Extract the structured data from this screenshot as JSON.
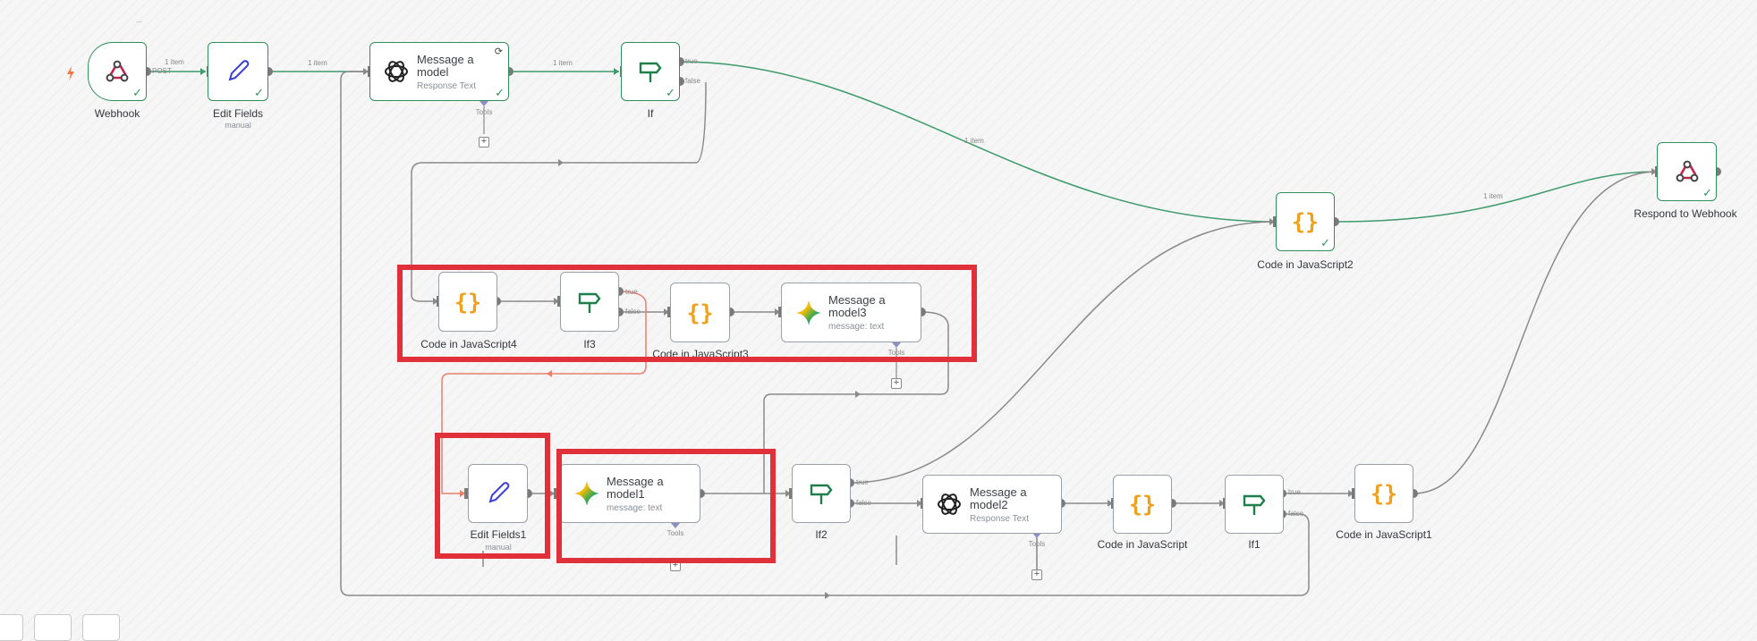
{
  "canvas": {
    "top_ellipsis": "..."
  },
  "nodes": {
    "webhook": {
      "label": "Webhook"
    },
    "edit_fields": {
      "label": "Edit Fields",
      "sublabel": "manual"
    },
    "message_model": {
      "title": "Message a\nmodel",
      "subtitle": "Response Text",
      "tools_label": "Tools"
    },
    "if": {
      "label": "If",
      "true_label": "true",
      "false_label": "false"
    },
    "code_js2": {
      "label": "Code in JavaScript2"
    },
    "respond_webhook": {
      "label": "Respond to Webhook"
    },
    "code_js4": {
      "label": "Code in JavaScript4"
    },
    "if3": {
      "label": "If3",
      "true_label": "true",
      "false_label": "false"
    },
    "code_js3": {
      "label": "Code in JavaScript3"
    },
    "message_model3": {
      "title": "Message a\nmodel3",
      "subtitle": "message: text",
      "tools_label": "Tools"
    },
    "edit_fields1": {
      "label": "Edit Fields1",
      "sublabel": "manual"
    },
    "message_model1": {
      "title": "Message a\nmodel1",
      "subtitle": "message: text",
      "tools_label": "Tools"
    },
    "if2": {
      "label": "If2",
      "true_label": "true",
      "false_label": "false"
    },
    "message_model2": {
      "title": "Message a\nmodel2",
      "subtitle": "Response Text",
      "tools_label": "Tools"
    },
    "code_js": {
      "label": "Code in JavaScript"
    },
    "if1": {
      "label": "If1",
      "true_label": "true",
      "false_label": "false"
    },
    "code_js1": {
      "label": "Code in JavaScript1"
    }
  },
  "connections": {
    "webhook_edit_count": "1 item",
    "webhook_method": "POST",
    "edit_message_count": "1 item",
    "message_if_count": "1 item",
    "if_code2_count": "1 item",
    "code2_respond_count": "1 item"
  },
  "colors": {
    "success": "#2f8f5b",
    "connector": "#7a7a7a",
    "error_wire": "#e8806c",
    "highlight": "#e0313a",
    "code_icon": "#f0a11c",
    "if_icon": "#1e7f4a",
    "edit_icon": "#3b3fd8",
    "webhook_icon": "#c5224a"
  }
}
